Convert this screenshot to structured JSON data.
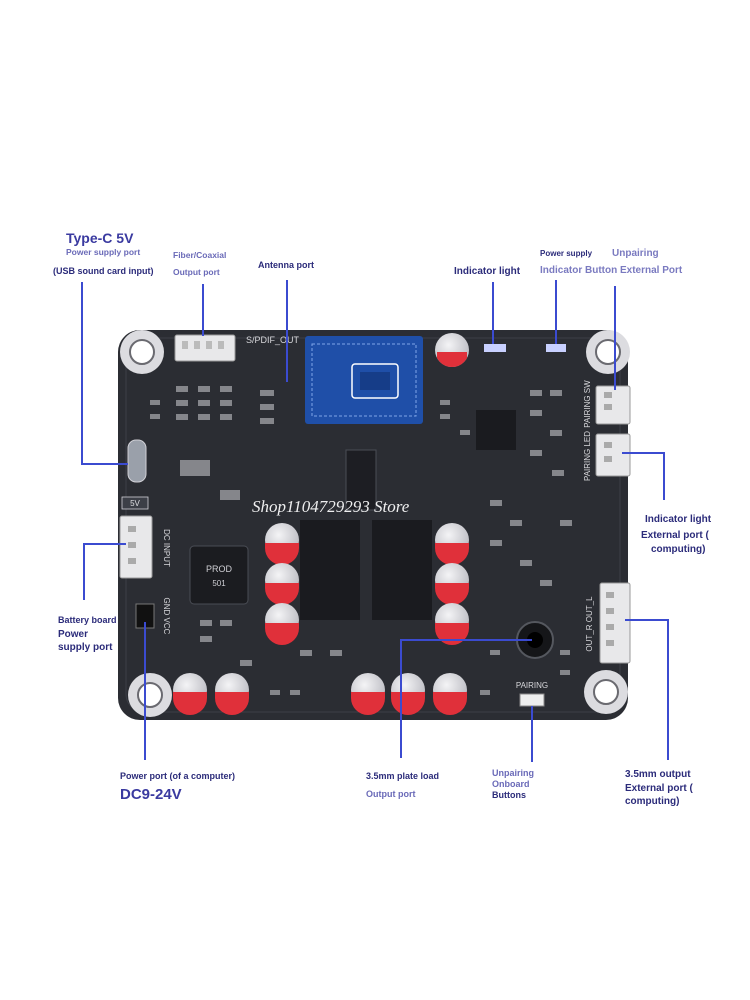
{
  "labels": {
    "typec_title": "Type-C 5V",
    "typec_sub": "Power supply port",
    "typec_note": "(USB sound card input)",
    "fiber_line1": "Fiber/Coaxial",
    "fiber_line2": "Output port",
    "antenna": "Antenna port",
    "indicator_top": "Indicator light",
    "power_supply_small": "Power supply",
    "unpairing": "Unpairing",
    "indicator_button_ext": "Indicator Button External Port",
    "indicator_right": "Indicator light",
    "ext_port_right_line1": "External port (",
    "ext_port_right_line2": "computing)",
    "battery_line1": "Battery board",
    "battery_line2": "Power",
    "battery_line3": "supply port",
    "power_port": "Power port (of a computer)",
    "dc_range": "DC9-24V",
    "plate_line1": "3.5mm plate load",
    "plate_line2": "Output port",
    "unpairing_onboard_line1": "Unpairing",
    "unpairing_onboard_line2": "Onboard",
    "unpairing_onboard_line3": "Buttons",
    "output35_line1": "3.5mm output",
    "output35_line2": "External port (",
    "output35_line3": "computing)"
  },
  "board": {
    "silkscreen": {
      "spdif": "S/PDIF_OUT",
      "pairing_sw": "PAIRING SW",
      "pairing_led": "PAIRING LED",
      "dc_input": "DC INPUT",
      "five_v": "5V",
      "gnd_vcc": "GND VCC",
      "out": "OUT_R OUT_L",
      "pairing": "PAIRING",
      "prod": "PROD",
      "prod_num": "501"
    },
    "watermark": "Shop1104729293 Store"
  },
  "colors": {
    "board": "#2b2d33",
    "leader": "#3b4bd0",
    "label": "#2b2b7a",
    "capacitor": "#d8d8dc",
    "capacitor_band": "#e0303a",
    "bt_module": "#1f4fa8"
  }
}
